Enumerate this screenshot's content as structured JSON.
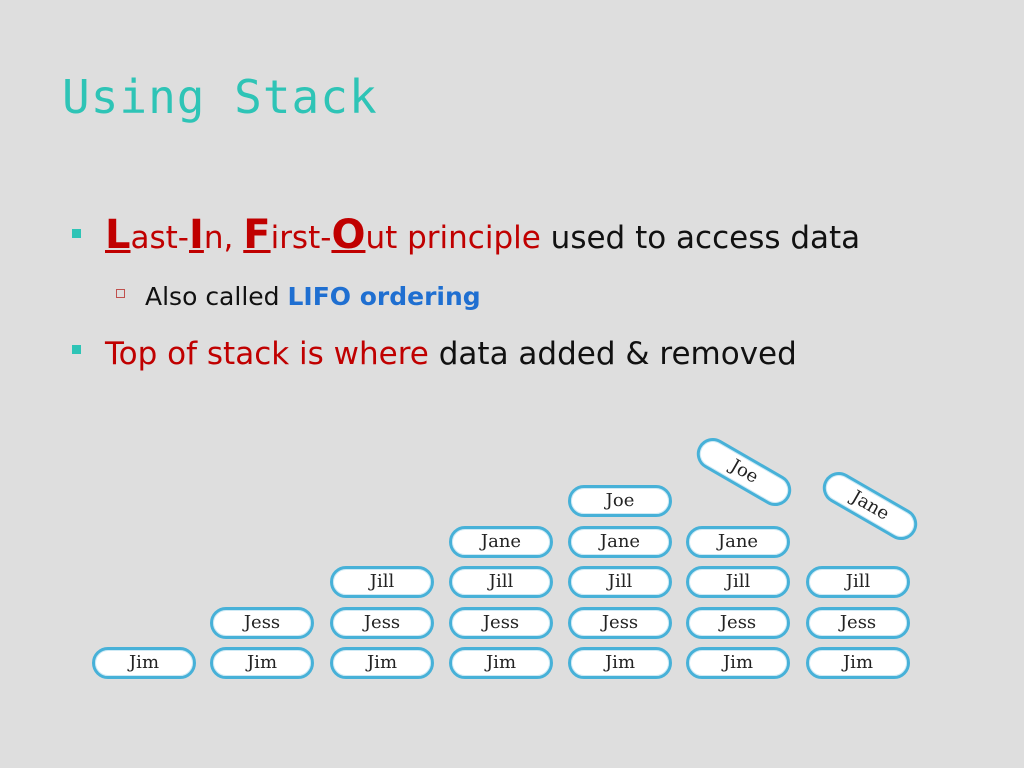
{
  "title": "Using Stack",
  "bullet1": {
    "L": "L",
    "ast": "ast-",
    "I": "I",
    "n": "n, ",
    "F": "F",
    "irst": "irst-",
    "O": "O",
    "ut": "ut principle",
    "rest": " used to access data"
  },
  "sub1": {
    "prefix": "Also called ",
    "highlight": "LIFO ordering"
  },
  "bullet2": {
    "red": "Top of stack is where",
    "rest": " data added & removed"
  },
  "stack_diagram": {
    "columns": [
      [
        "Jim"
      ],
      [
        "Jim",
        "Jess"
      ],
      [
        "Jim",
        "Jess",
        "Jill"
      ],
      [
        "Jim",
        "Jess",
        "Jill",
        "Jane"
      ],
      [
        "Jim",
        "Jess",
        "Jill",
        "Jane",
        "Joe"
      ],
      [
        "Jim",
        "Jess",
        "Jill",
        "Jane"
      ],
      [
        "Jim",
        "Jess",
        "Jill"
      ]
    ],
    "popped": [
      "Joe",
      "Jane"
    ],
    "colors": {
      "border": "#47b1d8",
      "fill": "#ffffff"
    }
  }
}
